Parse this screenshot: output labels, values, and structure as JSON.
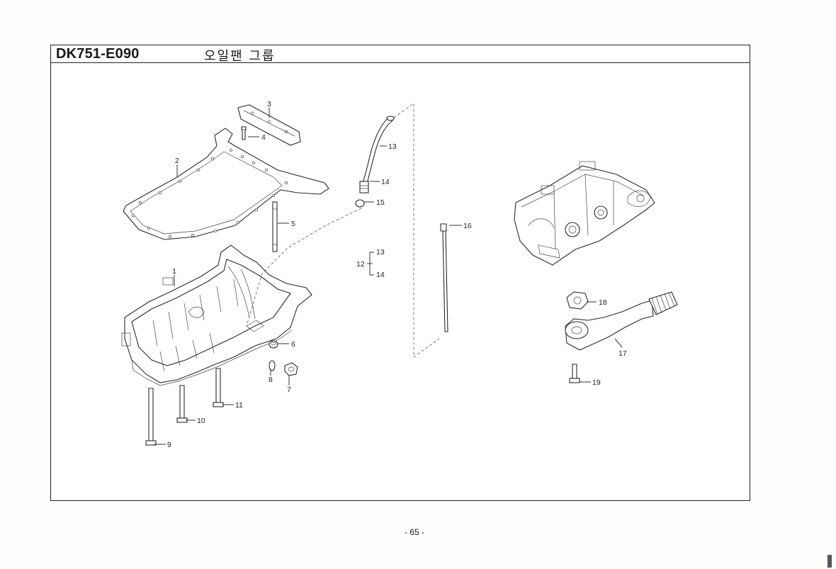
{
  "header": {
    "code": "DK751-E090",
    "group_name": "오일팬 그룹"
  },
  "callouts": {
    "c1": "1",
    "c2": "2",
    "c3": "3",
    "c4": "4",
    "c5": "5",
    "c6": "6",
    "c7": "7",
    "c8": "8",
    "c9": "9",
    "c10": "10",
    "c11": "11",
    "c12": "12",
    "c12_13": "13",
    "c12_14": "14",
    "c13": "13",
    "c14": "14",
    "c15": "15",
    "c16": "16",
    "c17": "17",
    "c18": "18",
    "c19": "19"
  },
  "footer": {
    "page": "- 65 -"
  }
}
